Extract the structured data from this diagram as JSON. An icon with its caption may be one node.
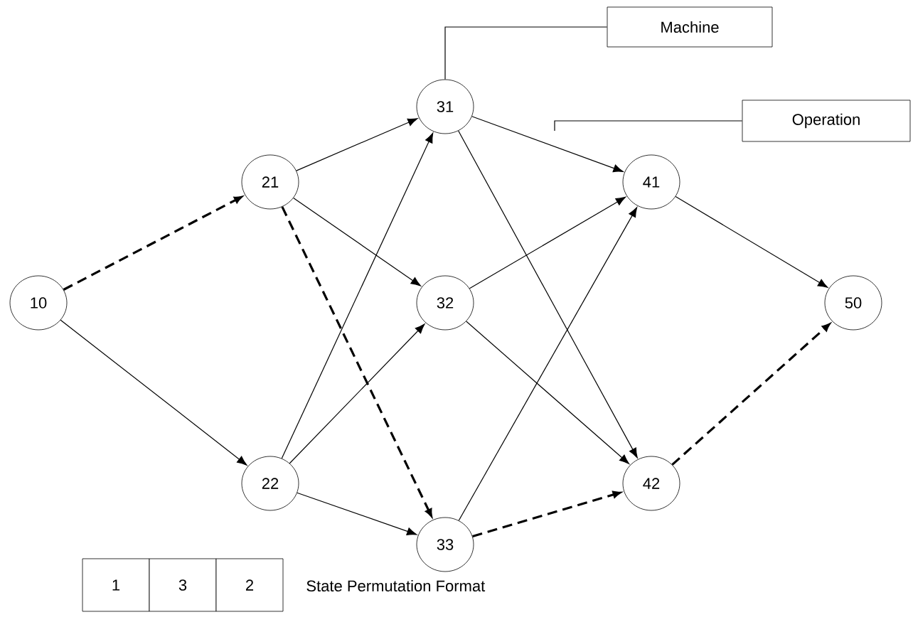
{
  "diagram": {
    "nodes": [
      {
        "text": [
          "10"
        ]
      },
      {
        "text": [
          "21"
        ]
      },
      {
        "text": [
          "22"
        ]
      },
      {
        "text": [
          "31"
        ]
      },
      {
        "text": [
          "32"
        ]
      },
      {
        "text": [
          "33"
        ]
      },
      {
        "text": [
          "41"
        ]
      },
      {
        "text": [
          "42"
        ]
      },
      {
        "text": [
          "50"
        ]
      },
      {
        "text": [
          "Machine"
        ]
      },
      {
        "text": [
          "Operation"
        ]
      },
      {
        "text": [
          "1"
        ]
      },
      {
        "text": [
          "3"
        ]
      },
      {
        "text": [
          "2"
        ]
      }
    ],
    "edges": [
      {
        "from": 0,
        "to": 1,
        "arrow": "to",
        "style": "dashed"
      },
      {
        "from": 0,
        "to": 2,
        "arrow": "to"
      },
      {
        "from": 1,
        "to": 3,
        "arrow": "to"
      },
      {
        "from": 1,
        "to": 4,
        "arrow": "to"
      },
      {
        "from": 1,
        "to": 5,
        "arrow": "to",
        "style": "dashed"
      },
      {
        "from": 2,
        "to": 3,
        "arrow": "to"
      },
      {
        "from": 2,
        "to": 4,
        "arrow": "to"
      },
      {
        "from": 2,
        "to": 5,
        "arrow": "to"
      },
      {
        "from": 3,
        "to": 6,
        "arrow": "to"
      },
      {
        "from": 3,
        "to": 7,
        "arrow": "to"
      },
      {
        "from": 4,
        "to": 6,
        "arrow": "to"
      },
      {
        "from": 4,
        "to": 7,
        "arrow": "to"
      },
      {
        "from": 5,
        "to": 6,
        "arrow": "to"
      },
      {
        "from": 5,
        "to": 7,
        "arrow": "to",
        "style": "dashed"
      },
      {
        "from": 6,
        "to": 8,
        "arrow": "to"
      },
      {
        "from": 7,
        "to": 8,
        "arrow": "to",
        "style": "dashed"
      },
      {
        "from": 9,
        "to": 3,
        "arrow": "none"
      },
      {
        "from": 10,
        "to": null,
        "arrow": "none"
      }
    ],
    "labels": [
      "State Permutation Format"
    ]
  }
}
